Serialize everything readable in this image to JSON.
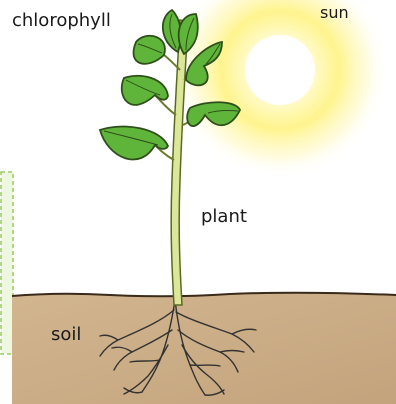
{
  "labels": {
    "chlorophyll": "chlorophyll",
    "sun": "sun",
    "plant": "plant",
    "soil": "soil"
  },
  "colors": {
    "soil": "#c9ab86",
    "soil_edge": "#b58f63",
    "leaf": "#5fb53a",
    "leaf_dark": "#2f7d22",
    "stem": "#dde79a",
    "sun_core": "#ffffff",
    "sun_glow": "#fff27a",
    "roots": "#333333",
    "dashed_border": "#9ccc65"
  }
}
